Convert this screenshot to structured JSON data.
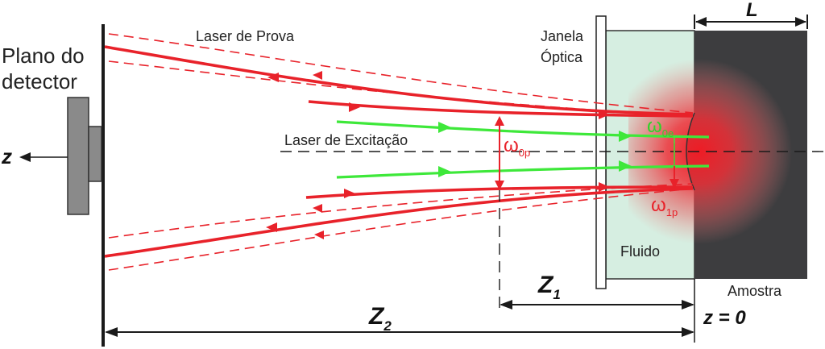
{
  "colors": {
    "red": "#e8222a",
    "green": "#3ee83a",
    "fluid": "#d6eee1",
    "sample": "#3d3d3f",
    "detector": "#8a8a8a",
    "dark": "#1a1a1a"
  },
  "labels": {
    "detector_plane_line1": "Plano do",
    "detector_plane_line2": "detector",
    "probe_laser": "Laser de Prova",
    "excitation_laser": "Laser de Excitação",
    "optical_window_line1": "Janela",
    "optical_window_line2": "Óptica",
    "fluid": "Fluido",
    "sample": "Amostra",
    "sample_length": "L",
    "z_axis": "z",
    "z_origin": "z = 0",
    "z1_main": "Z",
    "z1_sub": "1",
    "z2_main": "Z",
    "z2_sub": "2",
    "w0p_main": "ω",
    "w0p_sub": "0p",
    "w0e_main": "ω",
    "w0e_sub": "0e",
    "w1p_main": "ω",
    "w1p_sub": "1p"
  },
  "icons": {
    "detector": "detector-block",
    "direction_arrow": "arrow-left-icon"
  }
}
